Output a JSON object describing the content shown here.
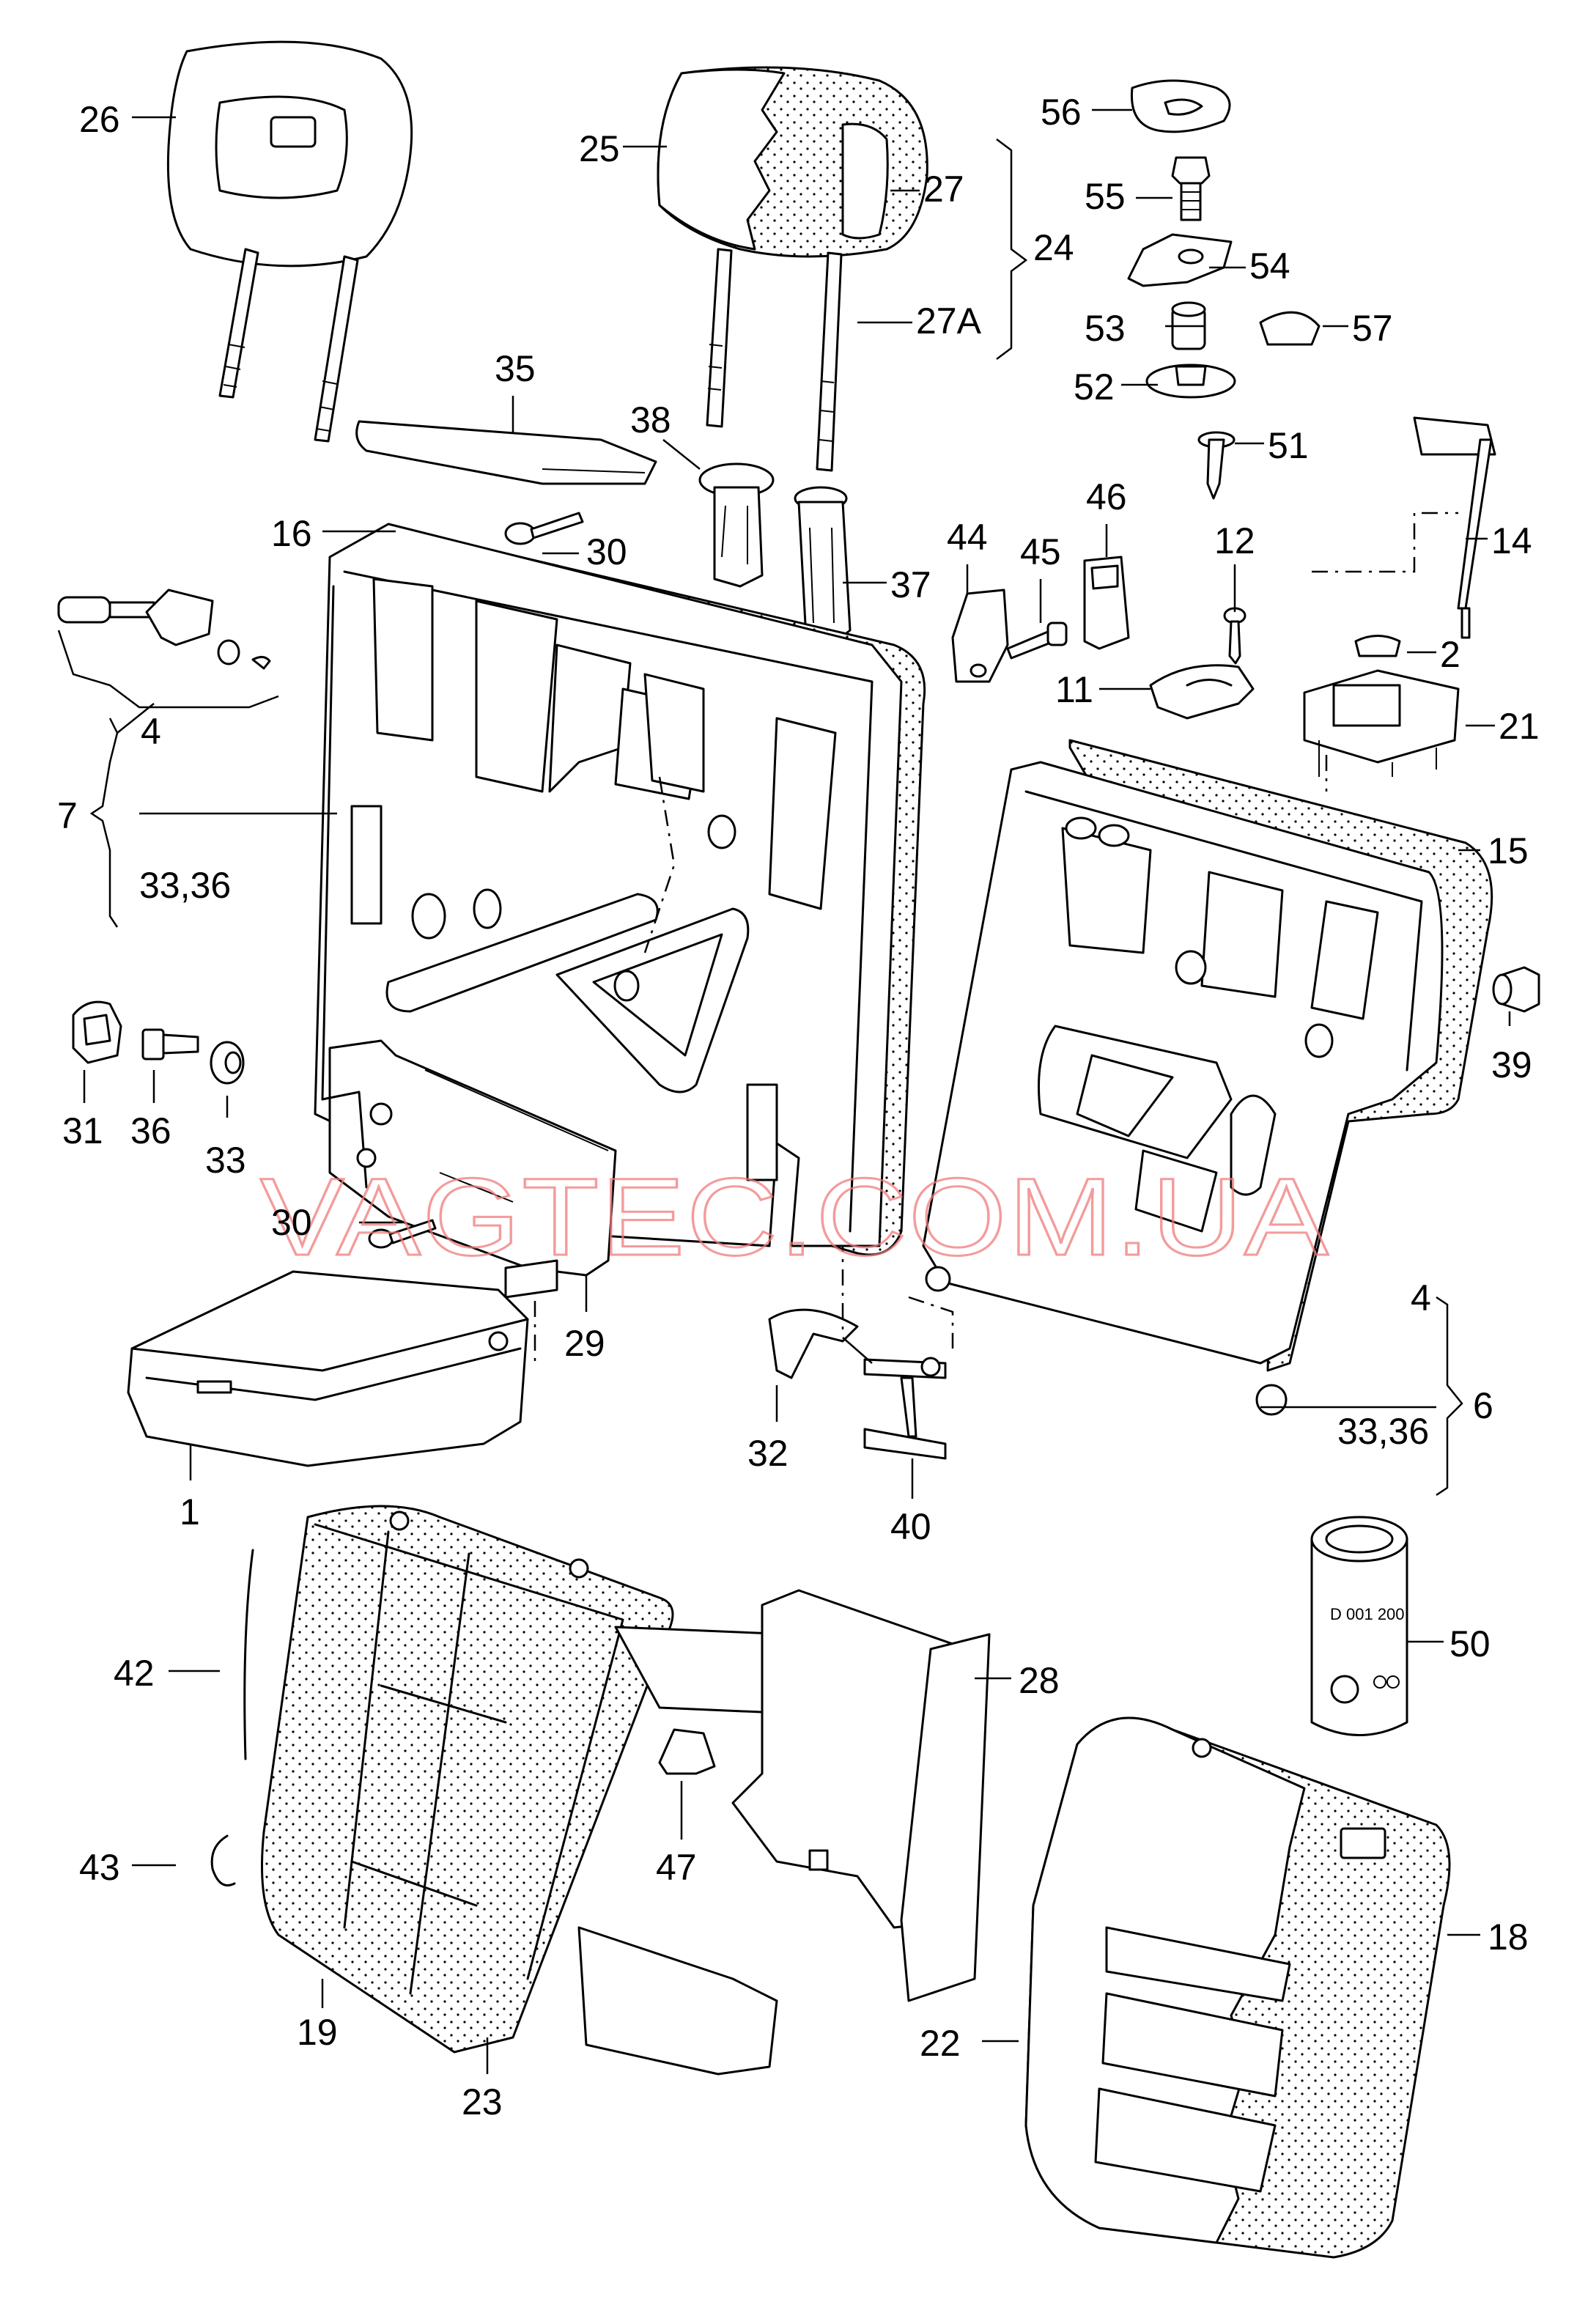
{
  "watermark": "VAGTEC.COM.UA",
  "can_label": "D 001 200",
  "parts": [
    {
      "id": "p26",
      "label": "26"
    },
    {
      "id": "p25",
      "label": "25"
    },
    {
      "id": "p27",
      "label": "27"
    },
    {
      "id": "p24",
      "label": "24"
    },
    {
      "id": "p27a",
      "label": "27A"
    },
    {
      "id": "p56",
      "label": "56"
    },
    {
      "id": "p55",
      "label": "55"
    },
    {
      "id": "p54",
      "label": "54"
    },
    {
      "id": "p53",
      "label": "53"
    },
    {
      "id": "p57",
      "label": "57"
    },
    {
      "id": "p52",
      "label": "52"
    },
    {
      "id": "p51",
      "label": "51"
    },
    {
      "id": "p35",
      "label": "35"
    },
    {
      "id": "p38",
      "label": "38"
    },
    {
      "id": "p30a",
      "label": "30"
    },
    {
      "id": "p16",
      "label": "16"
    },
    {
      "id": "p37",
      "label": "37"
    },
    {
      "id": "p44",
      "label": "44"
    },
    {
      "id": "p45",
      "label": "45"
    },
    {
      "id": "p46",
      "label": "46"
    },
    {
      "id": "p12",
      "label": "12"
    },
    {
      "id": "p14",
      "label": "14"
    },
    {
      "id": "p2",
      "label": "2"
    },
    {
      "id": "p11",
      "label": "11"
    },
    {
      "id": "p21",
      "label": "21"
    },
    {
      "id": "p4a",
      "label": "4"
    },
    {
      "id": "p7",
      "label": "7"
    },
    {
      "id": "p3336a",
      "label": "33,36"
    },
    {
      "id": "p15",
      "label": "15"
    },
    {
      "id": "p39",
      "label": "39"
    },
    {
      "id": "p31",
      "label": "31"
    },
    {
      "id": "p36",
      "label": "36"
    },
    {
      "id": "p33",
      "label": "33"
    },
    {
      "id": "p30b",
      "label": "30"
    },
    {
      "id": "p29",
      "label": "29"
    },
    {
      "id": "p4b",
      "label": "4"
    },
    {
      "id": "p6",
      "label": "6"
    },
    {
      "id": "p3336b",
      "label": "33,36"
    },
    {
      "id": "p1",
      "label": "1"
    },
    {
      "id": "p32",
      "label": "32"
    },
    {
      "id": "p40",
      "label": "40"
    },
    {
      "id": "p50",
      "label": "50"
    },
    {
      "id": "p42",
      "label": "42"
    },
    {
      "id": "p28",
      "label": "28"
    },
    {
      "id": "p43",
      "label": "43"
    },
    {
      "id": "p47",
      "label": "47"
    },
    {
      "id": "p18",
      "label": "18"
    },
    {
      "id": "p19",
      "label": "19"
    },
    {
      "id": "p23",
      "label": "23"
    },
    {
      "id": "p22",
      "label": "22"
    }
  ]
}
